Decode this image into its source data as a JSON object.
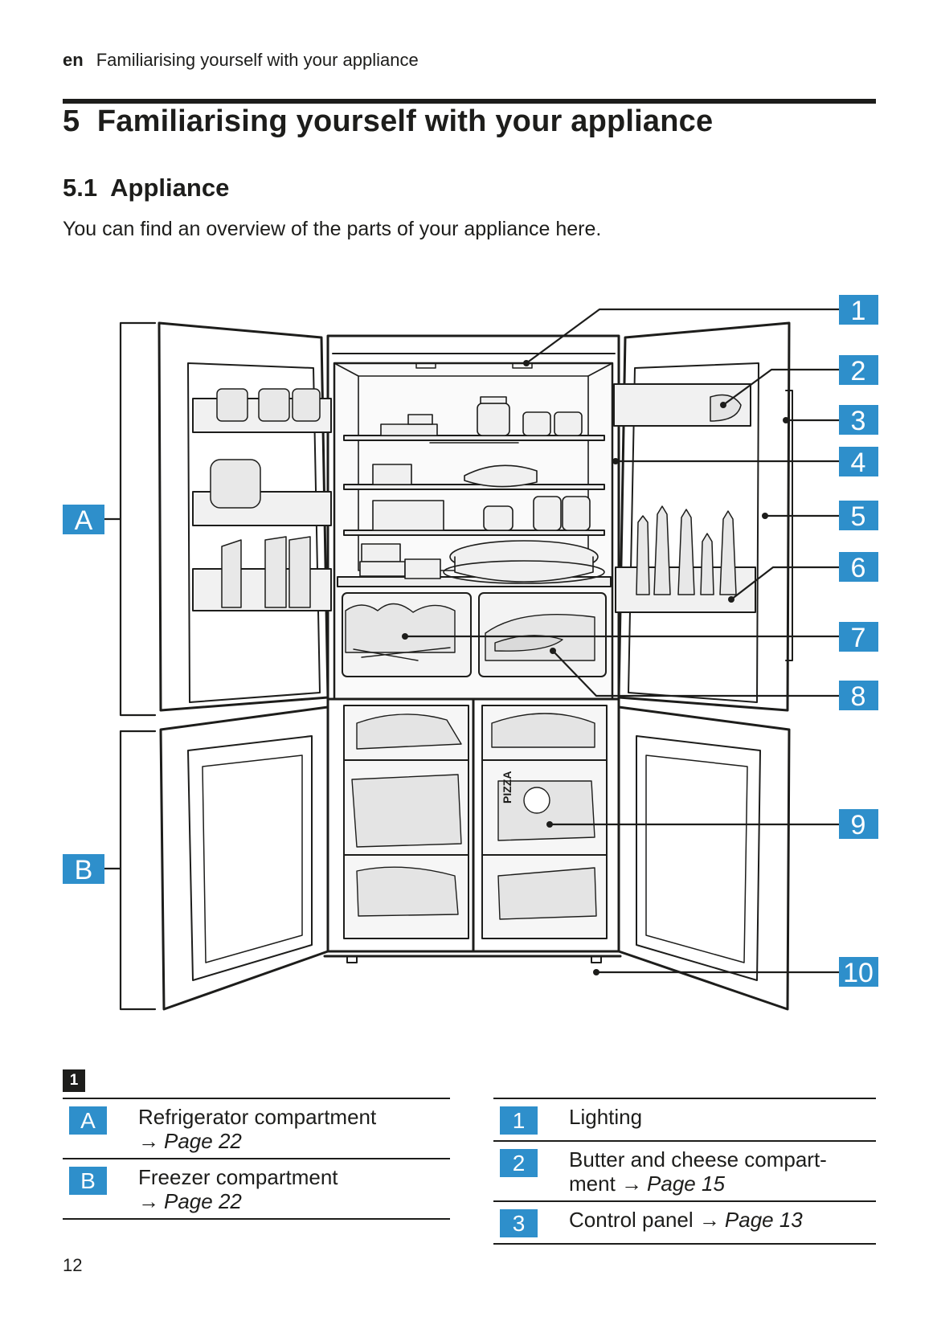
{
  "header": {
    "lang": "en",
    "running_title": "Familiarising yourself with your appliance"
  },
  "section": {
    "title": "5  Familiarising yourself with your appliance"
  },
  "subsection": {
    "title": "5.1  Appliance"
  },
  "intro": "You can find an overview of the parts of your appliance here.",
  "figure": {
    "marker": "1",
    "letter_labels": [
      "A",
      "B"
    ],
    "number_labels": [
      "1",
      "2",
      "3",
      "4",
      "5",
      "6",
      "7",
      "8",
      "9",
      "10"
    ],
    "pizza_text": "PIZZA",
    "colors": {
      "callout": "#2e8fcb",
      "line": "#1d1d1b"
    }
  },
  "legend_left": [
    {
      "key": "A",
      "text": "Refrigerator compartment",
      "arrow": "→",
      "page": "Page 22"
    },
    {
      "key": "B",
      "text": "Freezer compartment",
      "arrow": "→",
      "page": "Page 22"
    }
  ],
  "legend_right": [
    {
      "key": "1",
      "text": "Lighting"
    },
    {
      "key": "2",
      "text": "Butter and cheese compart-",
      "text2": "ment",
      "arrow": "→",
      "page": "Page 15"
    },
    {
      "key": "3",
      "text": "Control panel",
      "arrow": "→",
      "page": "Page 13"
    }
  ],
  "page_number": "12"
}
